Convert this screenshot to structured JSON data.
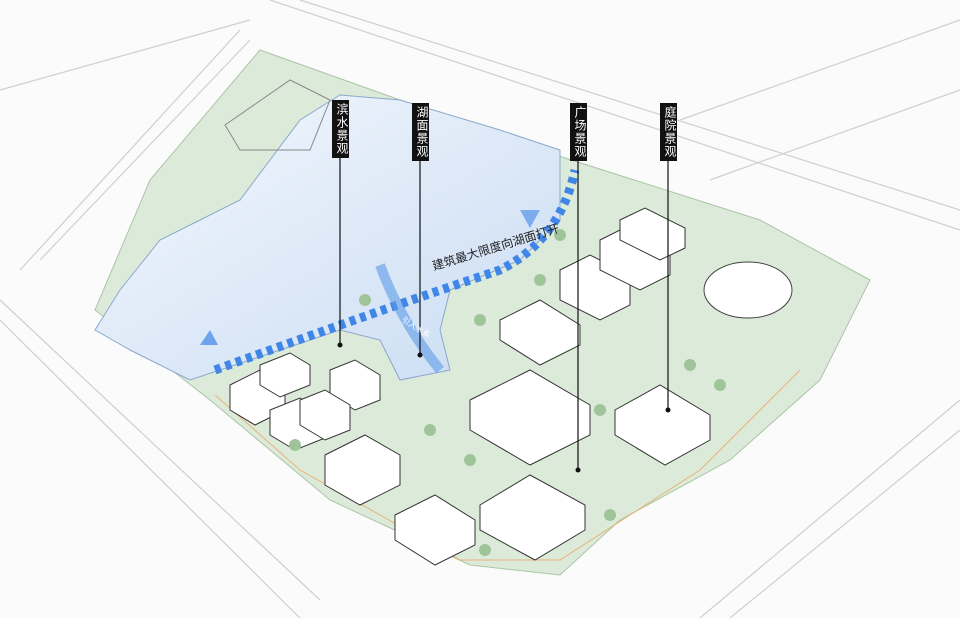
{
  "labels": {
    "waterfront": "滨水景观",
    "lake": "湖面景观",
    "plaza": "广场景观",
    "courtyard": "庭院景观"
  },
  "annotations": {
    "open_to_lake": "建筑最大限度向湖面打开",
    "water_inflow": "引入水系"
  },
  "colors": {
    "lake": "#dfe9f7",
    "green": "#dcebd9",
    "arrow": "#3f86e6",
    "tag_bg": "#111111"
  }
}
